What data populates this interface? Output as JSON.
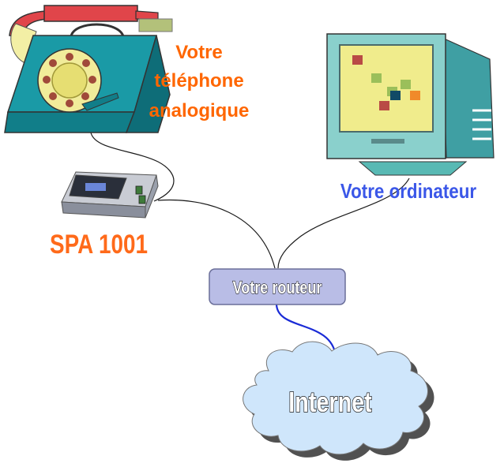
{
  "phone": {
    "label_line1": "Votre",
    "label_line2": "téléphone",
    "label_line3": "analogique"
  },
  "computer": {
    "label": "Votre ordinateur"
  },
  "adapter": {
    "label": "SPA 1001"
  },
  "router": {
    "label": "Votre routeur"
  },
  "cloud": {
    "label": "Internet"
  },
  "colors": {
    "phone_body": "#1a9aa6",
    "handset": "#e0454a",
    "label_orange": "#ff6600",
    "label_blue": "#3b57e8",
    "monitor_body": "#8ad0cc",
    "screen": "#f0ec8c",
    "cloud_fill": "#cfe6fb",
    "router_fill": "#b9bde6",
    "internet_cable": "#1a2bd6"
  }
}
